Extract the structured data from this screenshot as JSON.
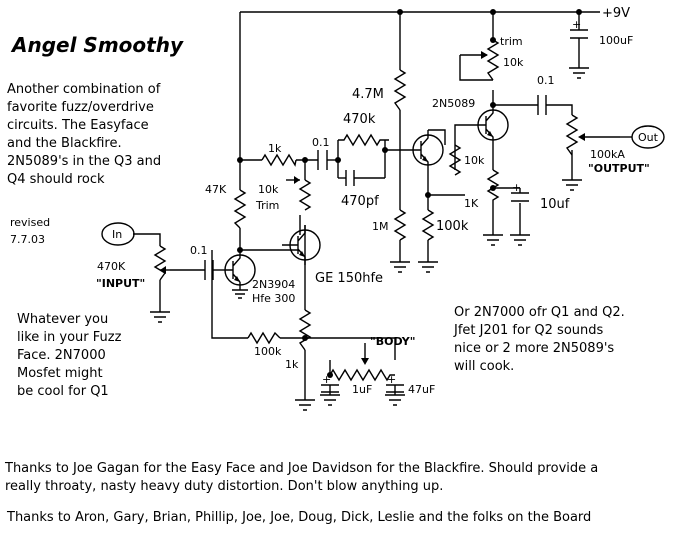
{
  "title": "Angel Smoothy",
  "intro": [
    "Another combination of",
    "favorite fuzz/overdrive",
    "circuits.  The Easyface",
    "and the Blackfire.",
    "2N5089's in the Q3 and",
    "Q4 should rock"
  ],
  "revised": [
    "revised",
    "7.7.03"
  ],
  "note_left": [
    "Whatever you",
    "like in your Fuzz",
    "Face.  2N7000",
    "Mosfet might",
    "be cool for Q1"
  ],
  "note_right": [
    "Or 2N7000 ofr Q1 and Q2.",
    "Jfet J201 for Q2 sounds",
    "nice or 2 more 2N5089's",
    "will cook."
  ],
  "thanks1": [
    "Thanks to Joe Gagan for the Easy Face and Joe Davidson for the Blackfire.  Should provide a",
    "really throaty, nasty heavy duty distortion.   Don't blow anything up."
  ],
  "thanks2": "Thanks to Aron, Gary, Brian, Phillip, Joe, Joe, Doug, Dick, Leslie and the folks on the Board",
  "labels": {
    "supply": "+9V",
    "c_100uf": "100uF",
    "trim_top": "trim",
    "r_10k_trim_top": "10k",
    "c_01_out": "0.1",
    "r_47M": "4.7M",
    "q_2n5089": "2N5089",
    "r_470k": "470k",
    "c_01_mid": "0.1",
    "r_1k_top": "1k",
    "r_10k_trim_mid": "10k",
    "trim_mid": "Trim",
    "r_47K": "47K",
    "c_470pf": "470pf",
    "r_10k_q4": "10k",
    "r_1K_q4": "1K",
    "c_10uf": "10uf",
    "r_1M": "1M",
    "r_100k_right": "100k",
    "out_jack": "Out",
    "pot_100kA": "100kA",
    "output_label": "\"OUTPUT\"",
    "in_jack": "In",
    "pot_470K": "470K",
    "input_label": "\"INPUT\"",
    "c_01_in": "0.1",
    "q_2n3904": "2N3904",
    "q_hfe300": "Hfe 300",
    "q_ge": "GE 150hfe",
    "r_100k_fb": "100k",
    "r_1k_emit": "1k",
    "body_label": "\"BODY\"",
    "c_1uf": "1uF",
    "c_47uf": "47uF"
  }
}
